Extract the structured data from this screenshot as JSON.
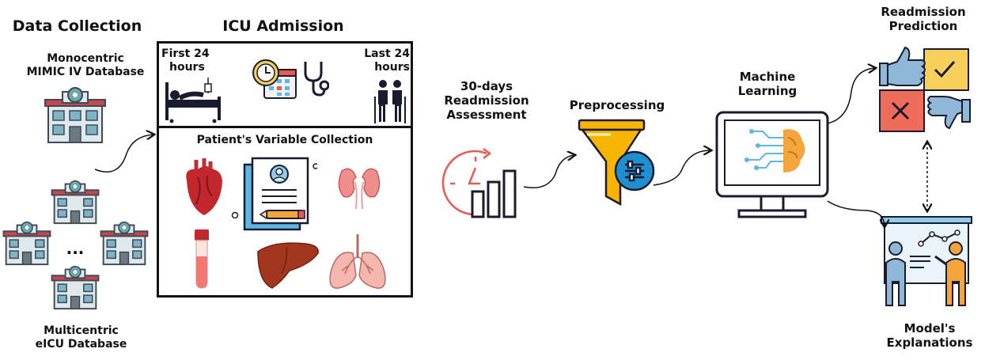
{
  "sections": {
    "data_collection": "Data  Collection",
    "icu_admission": "ICU Admission",
    "readmission_prediction_line1": "Readmission",
    "readmission_prediction_line2": "Prediction",
    "model_explanations_line1": "Model's",
    "model_explanations_line2": "Explanations"
  },
  "databases": {
    "mono_line1": "Monocentric",
    "mono_line2": "MIMIC IV Database",
    "multi_line1": "Multicentric",
    "multi_line2": "eICU Database",
    "ellipsis": "..."
  },
  "icu": {
    "first_line1": "First 24",
    "first_line2": "hours",
    "last_line1": "Last 24",
    "last_line2": "hours",
    "variables": "Patient's Variable Collection"
  },
  "steps": {
    "assessment_line1": "30-days",
    "assessment_line2": "Readmission",
    "assessment_line3": "Assessment",
    "preprocessing": "Preprocessing",
    "ml_line1": "Machine",
    "ml_line2": "Learning"
  },
  "colors": {
    "dark": "#1b1b2f",
    "red_accent": "#e65a50",
    "funnel_yellow": "#f7b500",
    "funnel_blue": "#1f8fd0",
    "brain_orange": "#f4a63c",
    "circuit_blue": "#5bb8e4",
    "thumb_blue": "#8fb8d8",
    "check_yellow": "#f6d05b",
    "cross_red": "#ef6b5a",
    "hospital_teal": "#6fa5ad"
  },
  "icons": [
    "hospital-icon",
    "hospital-bed-icon",
    "clock-calendar-icon",
    "stethoscope-icon",
    "elderly-patients-icon",
    "heart-icon",
    "medical-report-icon",
    "kidneys-icon",
    "blood-tube-icon",
    "liver-icon",
    "lungs-icon",
    "clock-chart-icon",
    "funnel-icon",
    "filter-settings-icon",
    "monitor-brain-icon",
    "thumbs-up-icon",
    "thumbs-down-icon",
    "check-icon",
    "cross-icon",
    "presentation-icon"
  ]
}
